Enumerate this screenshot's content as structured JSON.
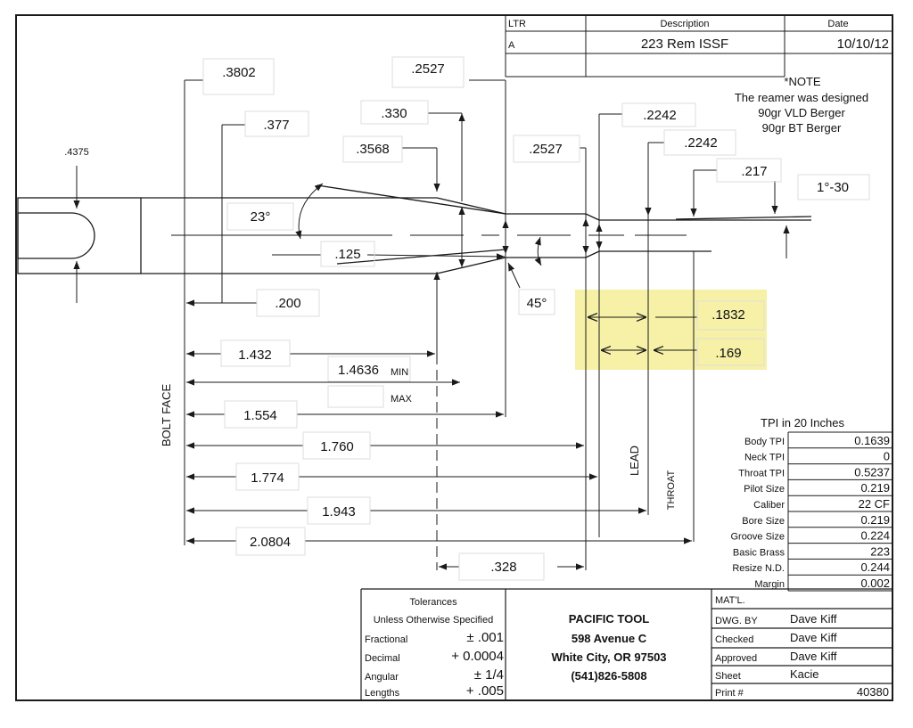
{
  "revision": {
    "headers": [
      "LTR",
      "Description",
      "Date"
    ],
    "row": {
      "ltr": "A",
      "description": "223 Rem ISSF",
      "date": "10/10/12"
    }
  },
  "note": {
    "title": "*NOTE",
    "lines": [
      "The reamer was designed",
      "90gr VLD Berger",
      "90gr BT Berger"
    ]
  },
  "diameters": {
    "d4375": ".4375",
    "d3802": ".3802",
    "d377": ".377",
    "d2527_top": ".2527",
    "d330": ".330",
    "d3568": ".3568",
    "d2527": ".2527",
    "d2242_a": ".2242",
    "d2242_b": ".2242",
    "d217": ".217",
    "taper_angle": "1°-30",
    "shoulder_angle": "23°",
    "d125": ".125",
    "d200": ".200",
    "angle45": "45°",
    "d1832": ".1832",
    "d169": ".169"
  },
  "lengths": {
    "l1432": "1.432",
    "l14636": "1.4636",
    "min": "MIN",
    "max": "MAX",
    "l1554": "1.554",
    "l1760": "1.760",
    "l1774": "1.774",
    "l1943": "1.943",
    "l20804": "2.0804",
    "l328": ".328"
  },
  "labels": {
    "bolt_face": "BOLT FACE",
    "lead": "LEAD",
    "throat": "THROAT"
  },
  "tpi_table": {
    "title": "TPI in 20 Inches",
    "rows": [
      {
        "label": "Body TPI",
        "value": "0.1639"
      },
      {
        "label": "Neck TPI",
        "value": "0"
      },
      {
        "label": "Throat TPI",
        "value": "0.5237"
      },
      {
        "label": "Pilot Size",
        "value": "0.219"
      },
      {
        "label": "Caliber",
        "value": "22 CF"
      },
      {
        "label": "Bore Size",
        "value": "0.219"
      },
      {
        "label": "Groove Size",
        "value": "0.224"
      },
      {
        "label": "Basic Brass",
        "value": "223"
      },
      {
        "label": "Resize N.D.",
        "value": "0.244"
      },
      {
        "label": "Margin",
        "value": "0.002"
      }
    ]
  },
  "tolerances": {
    "title": "Tolerances",
    "subtitle": "Unless Otherwise Specified",
    "rows": [
      {
        "label": "Fractional",
        "value": "± .001"
      },
      {
        "label": "Decimal",
        "value": "+ 0.0004"
      },
      {
        "label": "Angular",
        "value": "± 1/4"
      },
      {
        "label": "Lengths",
        "value": "+ .005"
      }
    ]
  },
  "company": {
    "name": "PACIFIC TOOL",
    "address": "598 Avenue C",
    "city": "White City, OR 97503",
    "phone": "(541)826-5808"
  },
  "meta": {
    "matl": "MAT'L.",
    "rows": [
      {
        "label": "DWG. BY",
        "value": "Dave Kiff"
      },
      {
        "label": "Checked",
        "value": "Dave Kiff"
      },
      {
        "label": "Approved",
        "value": "Dave Kiff"
      },
      {
        "label": "Sheet",
        "value": "Kacie"
      }
    ],
    "print_label": "Print #",
    "print_value": "40380"
  },
  "colors": {
    "highlight": "#f6f1a6",
    "line": "#1a1a1a"
  }
}
